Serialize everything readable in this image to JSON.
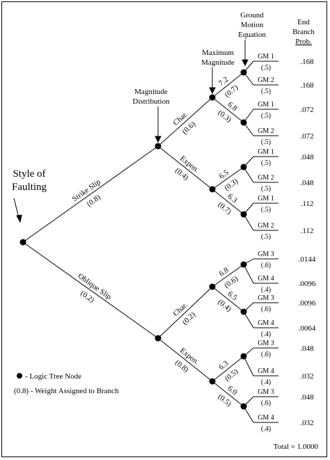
{
  "headers": {
    "style_of_faulting": [
      "Style of",
      "Faulting"
    ],
    "magnitude_distribution": [
      "Magnitude",
      "Distribution"
    ],
    "maximum_magnitude": [
      "Maximum",
      "Magnitude"
    ],
    "ground_motion_equation": [
      "Ground",
      "Motion",
      "Equation"
    ],
    "end_branch_prob": [
      "End",
      "Branch",
      "Prob."
    ]
  },
  "style": [
    {
      "label": "Strike Slip",
      "weight": "(0.8)"
    },
    {
      "label": "Oblique Slip",
      "weight": "(0.2)"
    }
  ],
  "distribution": [
    {
      "label": "Char.",
      "weight": "(0.6)"
    },
    {
      "label": "Expon.",
      "weight": "(0.4)"
    },
    {
      "label": "Char.",
      "weight": "(0.2)"
    },
    {
      "label": "Expon.",
      "weight": "(0.8)"
    }
  ],
  "max_mag": [
    {
      "label": "7.2",
      "weight": "(0.7)"
    },
    {
      "label": "6.8",
      "weight": "(0.3)"
    },
    {
      "label": "6.5",
      "weight": "(0.3)"
    },
    {
      "label": "6.3",
      "weight": "(0.7)"
    },
    {
      "label": "6.8",
      "weight": "(0.6)"
    },
    {
      "label": "6.5",
      "weight": "(0.4)"
    },
    {
      "label": "6.3",
      "weight": "(0.5)"
    },
    {
      "label": "6.0",
      "weight": "(0.5)"
    }
  ],
  "gm": [
    {
      "label": "GM 1",
      "weight": "(.5)",
      "prob": ".168"
    },
    {
      "label": "GM 2",
      "weight": "(.5)",
      "prob": ".168"
    },
    {
      "label": "GM 1",
      "weight": "(.5)",
      "prob": ".072"
    },
    {
      "label": "GM 2",
      "weight": "(.5)",
      "prob": ".072"
    },
    {
      "label": "GM 1",
      "weight": "(.5)",
      "prob": ".048"
    },
    {
      "label": "GM 2",
      "weight": "(.5)",
      "prob": ".048"
    },
    {
      "label": "GM 1",
      "weight": "(.5)",
      "prob": ".112"
    },
    {
      "label": "GM 2",
      "weight": "(.5)",
      "prob": ".112"
    },
    {
      "label": "GM 3",
      "weight": "(.6)",
      "prob": ".0144"
    },
    {
      "label": "GM 4",
      "weight": "(.4)",
      "prob": ".0096"
    },
    {
      "label": "GM 3",
      "weight": "(.6)",
      "prob": ".0096"
    },
    {
      "label": "GM 4",
      "weight": "(.4)",
      "prob": ".0064"
    },
    {
      "label": "GM 3",
      "weight": "(.6)",
      "prob": ".048"
    },
    {
      "label": "GM 4",
      "weight": "(.4)",
      "prob": ".032"
    },
    {
      "label": "GM 3",
      "weight": "(.6)",
      "prob": ".048"
    },
    {
      "label": "GM 4",
      "weight": "(.4)",
      "prob": ".032"
    }
  ],
  "legend": {
    "node": "- Logic Tree Node",
    "weight": "(0.8) - Weight Assigned to Branch"
  },
  "total": "Total = 1.0000"
}
